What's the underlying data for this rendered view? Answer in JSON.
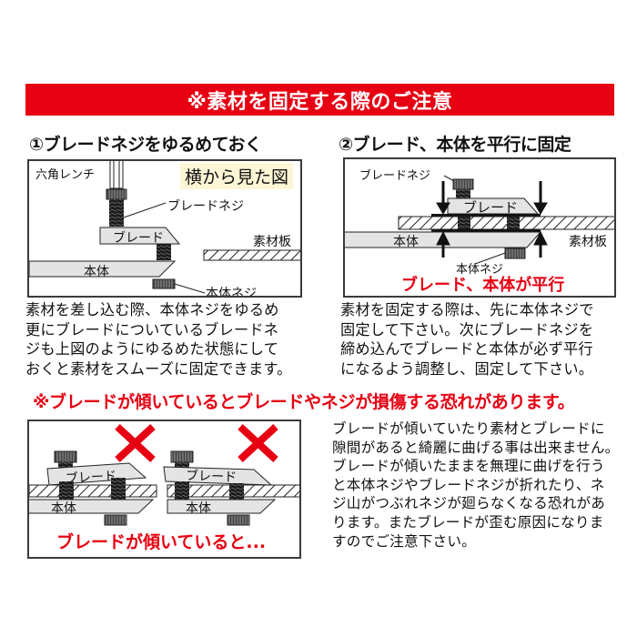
{
  "banner": {
    "title": "※素材を固定する際のご注意",
    "color": "#e60012"
  },
  "step1": {
    "title": "①ブレードネジをゆるめておく",
    "diagram": {
      "view_label": "横から見た図",
      "hex_wrench": "六角レンチ",
      "blade_screw": "ブレードネジ",
      "blade": "ブレード",
      "material_plate": "素材板",
      "body": "本体",
      "body_screw": "本体ネジ"
    },
    "text": "素材を差し込む際、本体ネジをゆるめ\n更にブレードについているブレードネ\nジも上図のようにゆるめた状態にして\nおくと素材をスムーズに固定できます。"
  },
  "step2": {
    "title": "②ブレード、本体を平行に固定",
    "diagram": {
      "blade_screw": "ブレードネジ",
      "blade": "ブレード",
      "body": "本体",
      "material_plate": "素材板",
      "body_screw": "本体ネジ",
      "caption": "ブレード、本体が平行"
    },
    "text": "素材を固定する際は、先に本体ネジで\n固定して下さい。次にブレードネジを\n締め込んでブレードと本体が必ず平行\nになるよう調整し、固定して下さい。"
  },
  "warning": {
    "title": "※ブレードが傾いているとブレードやネジが損傷する恐れがあります。",
    "diagram": {
      "left": {
        "blade": "ブレード",
        "body": "本体",
        "mark": "✕"
      },
      "right": {
        "blade": "ブレード",
        "body": "本体",
        "mark": "✕"
      },
      "caption": "ブレードが傾いていると..."
    },
    "text": "ブレードが傾いていたり素材とブレードに\n隙間があると綺麗に曲げる事は出来ません。\nブレードが傾いたままを無理に曲げを行う\nと本体ネジやブレードネジが折れたり、ネ\nジ山がつぶれネジが廻らなくなる恐れがあ\nります。またブレードが歪む原因になりま\nすのでご注意下さい。"
  }
}
